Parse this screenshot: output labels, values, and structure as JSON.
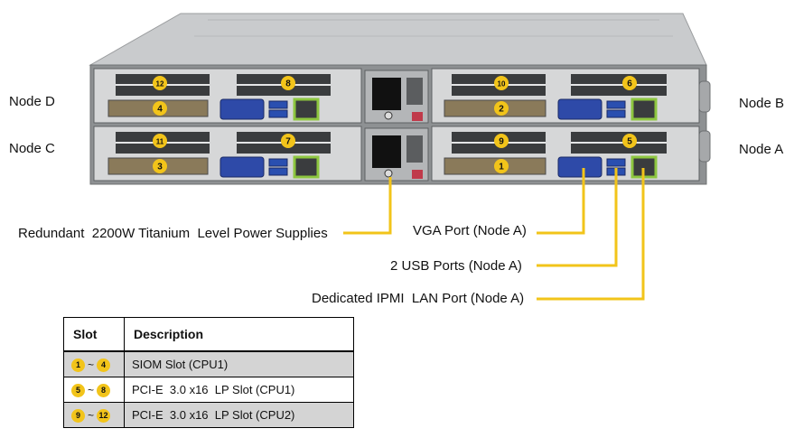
{
  "nodes": {
    "d": "Node D",
    "c": "Node C",
    "b": "Node B",
    "a": "Node A"
  },
  "callouts": {
    "psu": "Redundant  2200W Titanium  Level Power Supplies",
    "vga": "VGA Port (Node A)",
    "usb": "2 USB Ports (Node A)",
    "ipmi": "Dedicated IPMI  LAN Port (Node A)"
  },
  "slot_numbers": [
    "1",
    "2",
    "3",
    "4",
    "5",
    "6",
    "7",
    "8",
    "9",
    "10",
    "11",
    "12"
  ],
  "table": {
    "headers": {
      "slot": "Slot",
      "description": "Description"
    },
    "rows": [
      {
        "from": "1",
        "sep": "~",
        "to": "4",
        "desc": "SIOM Slot (CPU1)"
      },
      {
        "from": "5",
        "sep": "~",
        "to": "8",
        "desc": "PCI-E  3.0 x16  LP Slot (CPU1)"
      },
      {
        "from": "9",
        "sep": "~",
        "to": "12",
        "desc": "PCI-E  3.0 x16  LP Slot (CPU2)"
      }
    ]
  },
  "colors": {
    "callout_line": "#f2c41a",
    "badge": "#f2c41a",
    "vga_port": "#2e4aa8",
    "ipmi_port": "#8dc63f"
  }
}
